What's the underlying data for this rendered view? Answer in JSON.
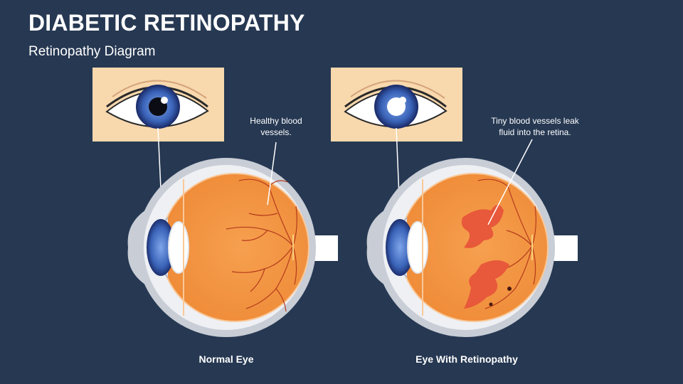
{
  "slide": {
    "title": "DIABETIC RETINOPATHY",
    "subtitle": "Retinopathy Diagram"
  },
  "normal_eye": {
    "callout": "Healthy blood\nvessels.",
    "caption": "Normal Eye"
  },
  "retinopathy_eye": {
    "callout": "Tiny blood vessels leak\nfluid into the retina.",
    "caption": "Eye With Retinopathy"
  },
  "colors": {
    "background": "#263852",
    "panel": "#f8d8ad",
    "sclera_outer": "#c8cdd6",
    "retina": "#f0913f",
    "vessel": "#b43a1c",
    "leak": "#e8583a",
    "iris": "#3a63b8"
  }
}
